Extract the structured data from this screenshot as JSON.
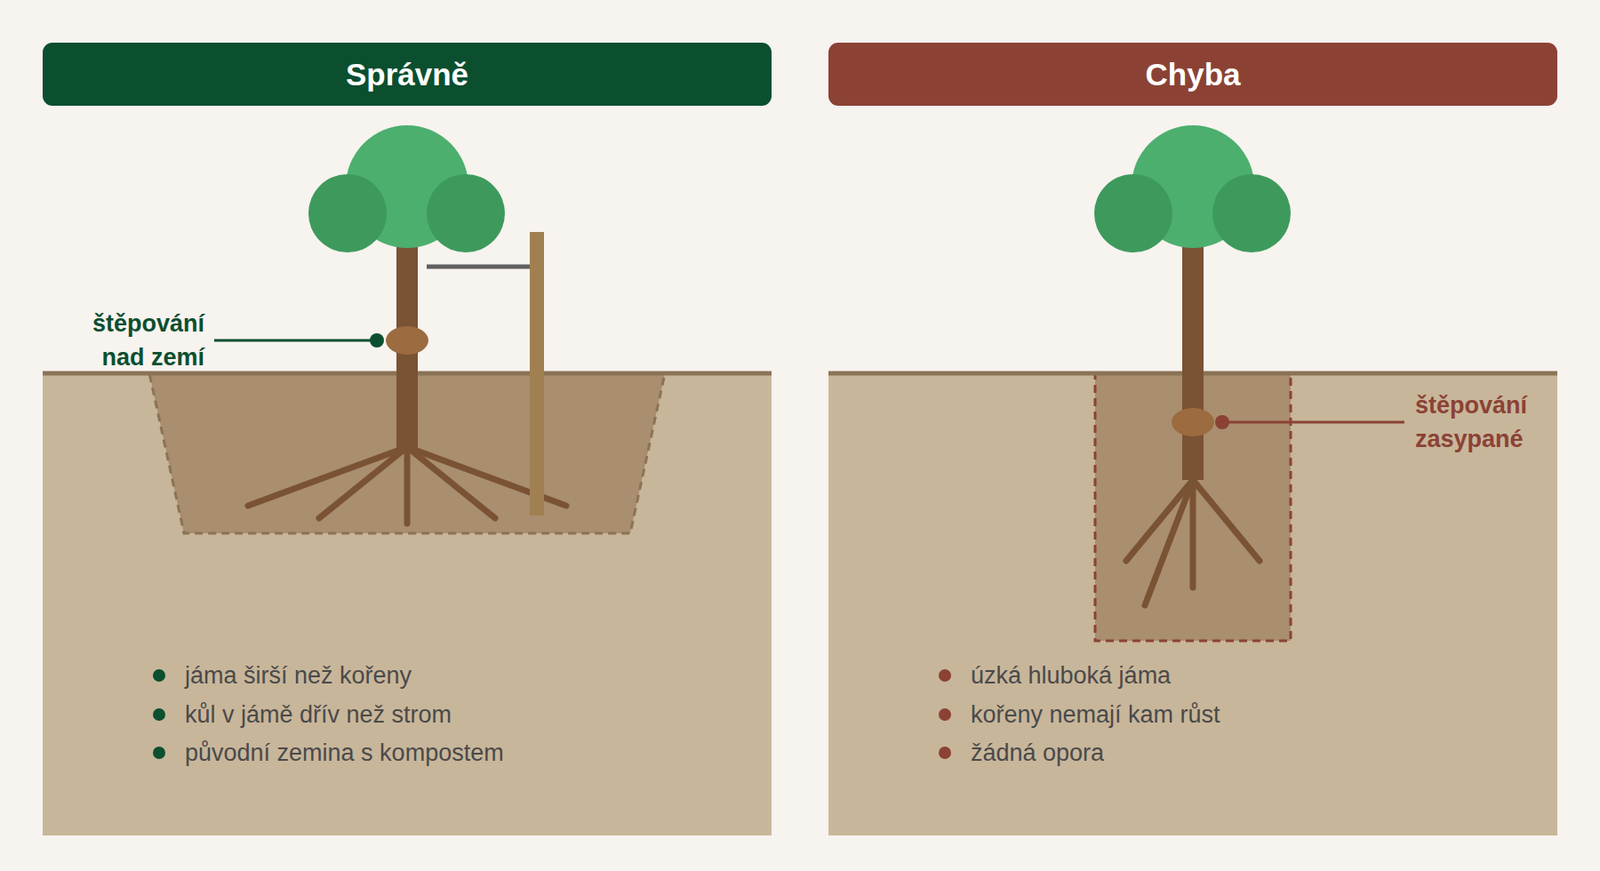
{
  "diagram": {
    "nodes": [
      {
        "text": [
          "Správně"
        ]
      },
      {
        "text": [
          "Chyba"
        ]
      }
    ],
    "labels": [
      "štěpování nad zemí",
      "jáma širší než kořeny",
      "kůl v jámě dřív než strom",
      "původní zemina s kompostem",
      "štěpování zasypané",
      "úzká hluboká jáma",
      "kořeny nemají kam růst",
      "žádná opora"
    ]
  }
}
